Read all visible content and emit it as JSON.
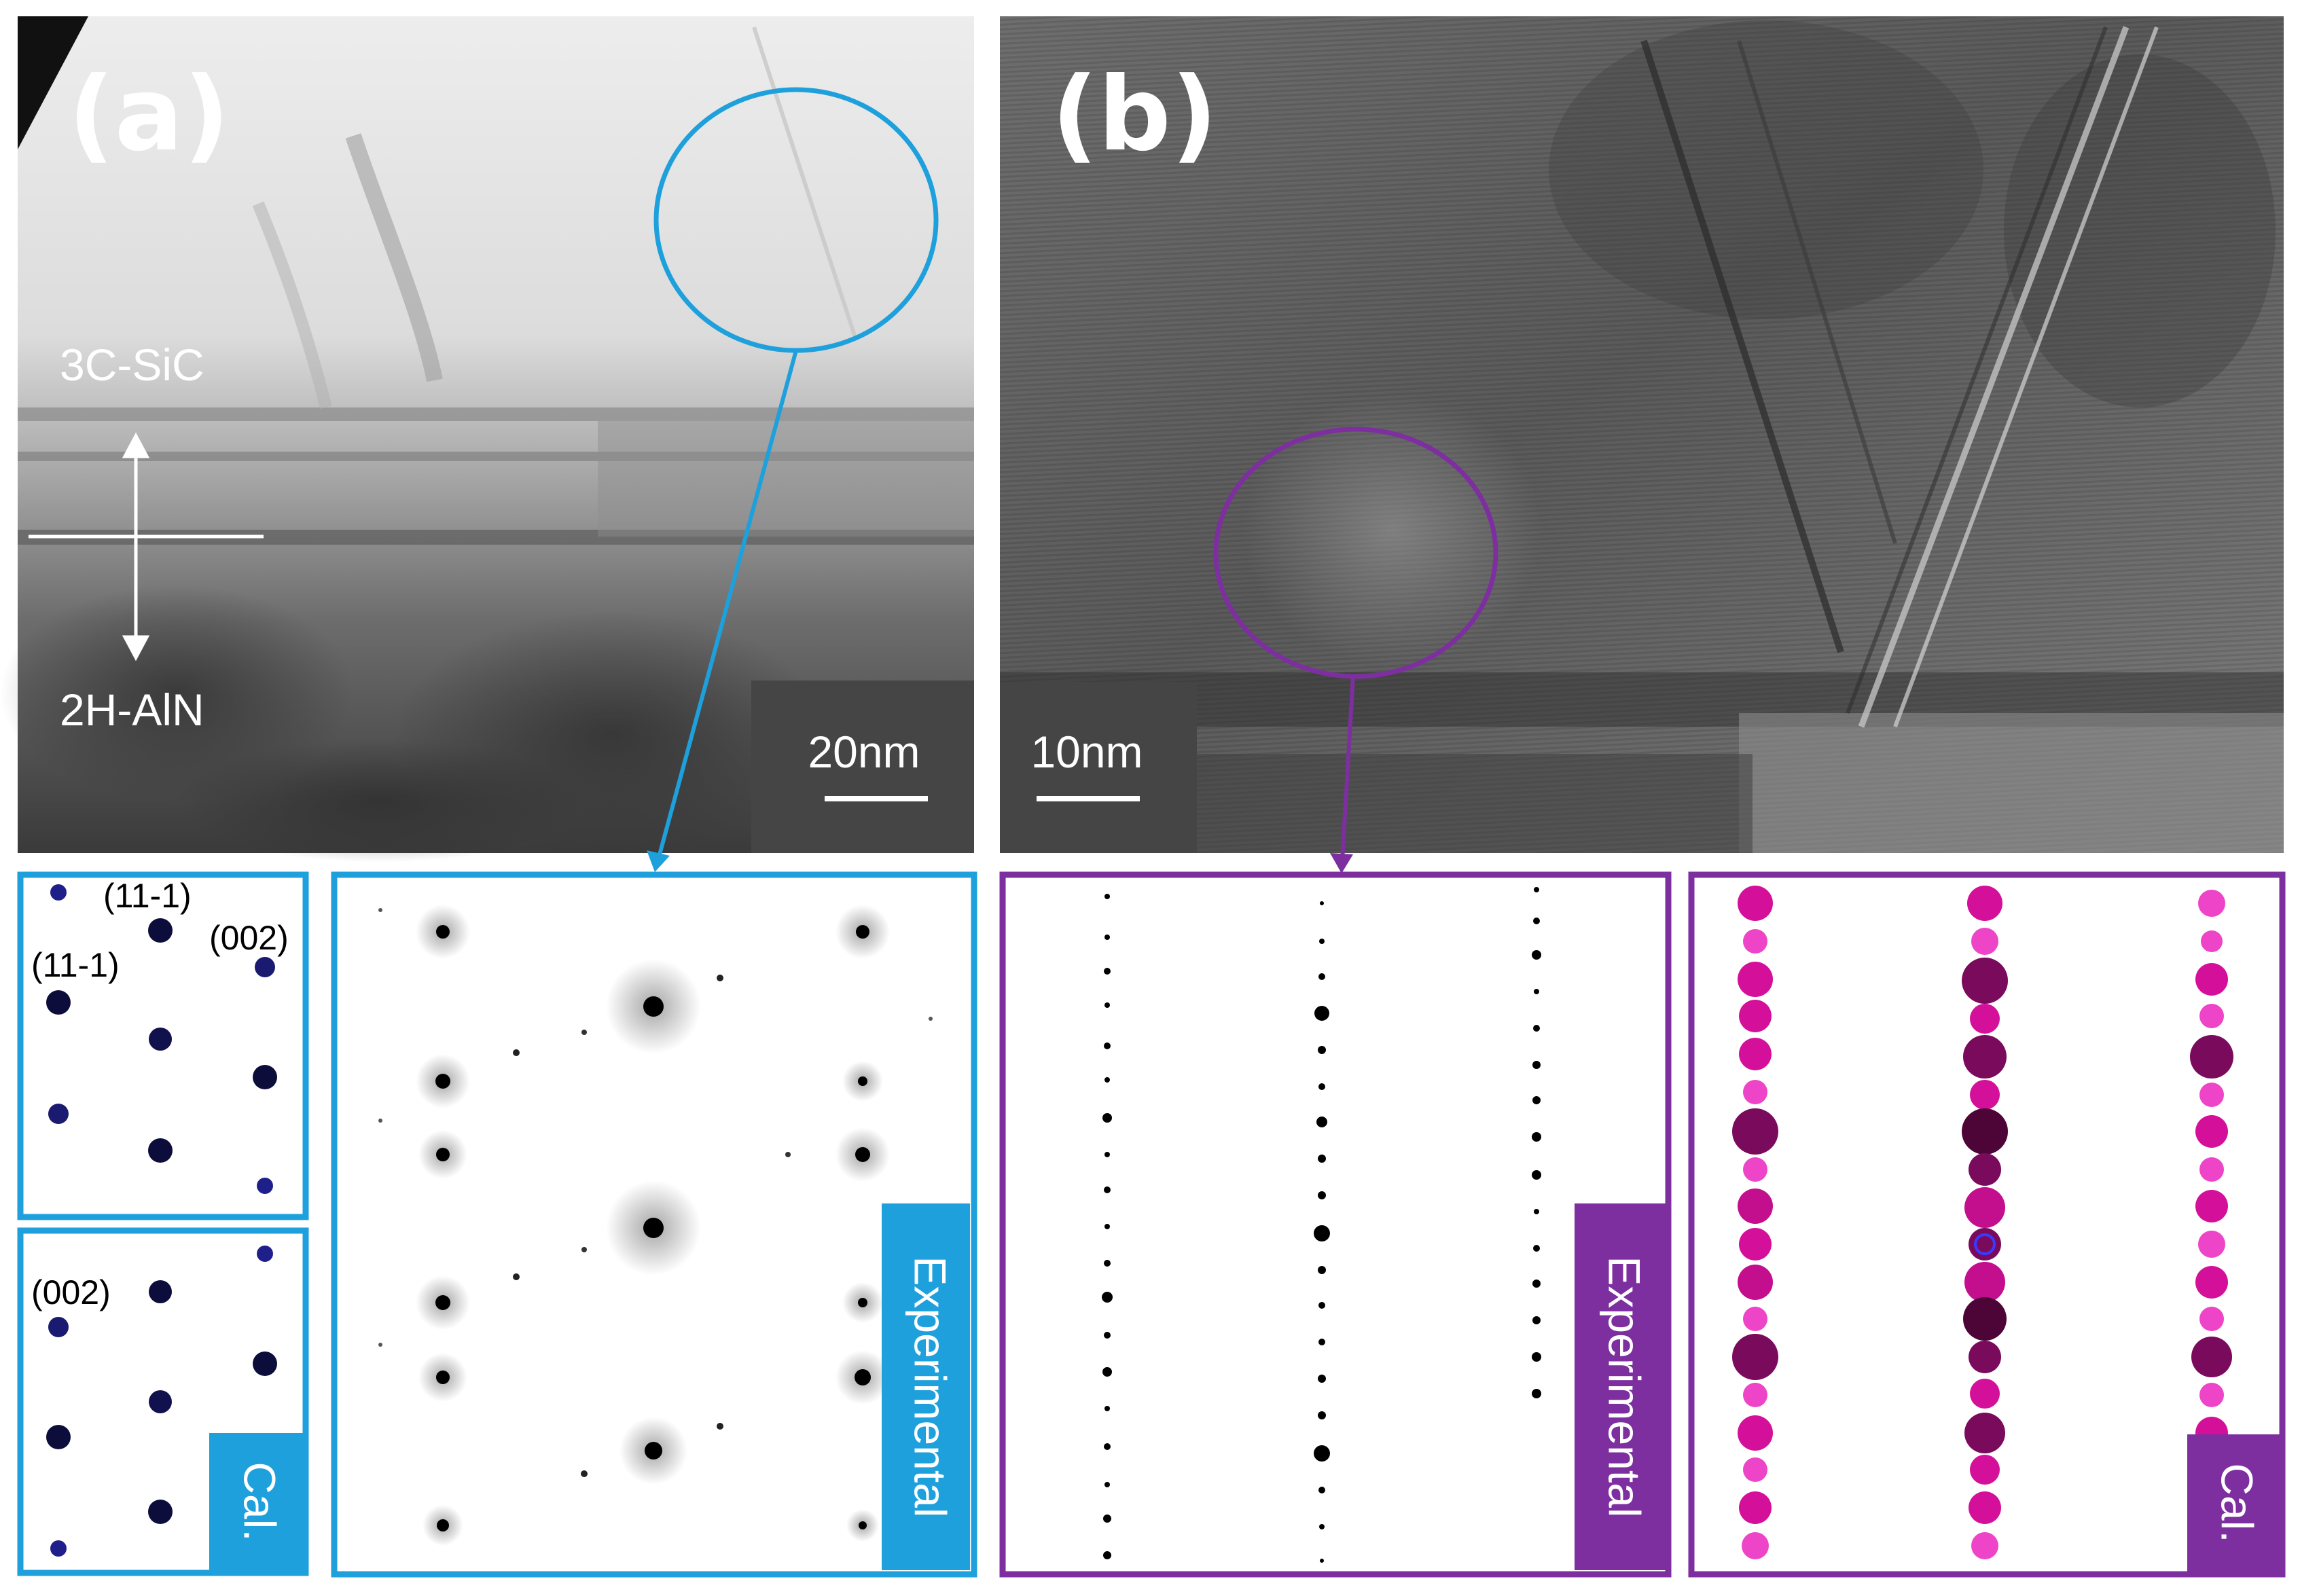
{
  "panel_a": {
    "label": "(a)",
    "materials": {
      "top": "3C-SiC",
      "bottom": "2H-AlN"
    },
    "scale_bar": "20nm",
    "color": "#1ea0dc",
    "cal_top_indices": [
      "(11-1)",
      "(002)",
      "(11-1)"
    ],
    "cal_bottom_indices": [
      "(002)"
    ],
    "cal_tag": "Cal.",
    "exp_tag": "Experimental"
  },
  "panel_b": {
    "label": "(b)",
    "scale_bar": "10nm",
    "color": "#7d2fa0",
    "exp_tag": "Experimental",
    "cal_tag": "Cal."
  }
}
